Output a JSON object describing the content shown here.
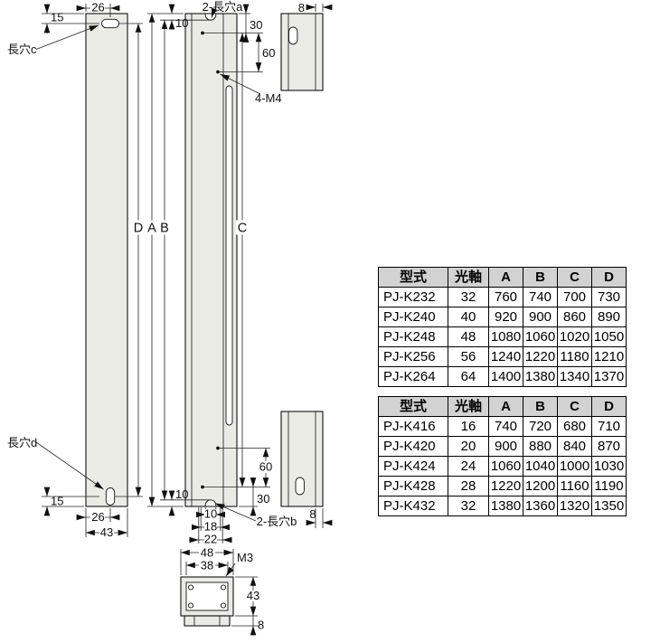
{
  "drawing": {
    "labels": {
      "top_26": "26",
      "top_15": "15",
      "top_10": "10",
      "slot_a_label": "2-長穴a",
      "top_8": "8",
      "dim_30_top": "30",
      "dim_60_top": "60",
      "m4_label": "4-M4",
      "slot_c_label": "長穴c",
      "slot_d_label": "長穴d",
      "dim_d": "D",
      "dim_a": "A",
      "dim_b": "B",
      "dim_c": "C",
      "bottom_15": "15",
      "bottom_10": "10",
      "bottom_26": "26",
      "bottom_43": "43",
      "dim_60_bottom": "60",
      "dim_30_bottom": "30",
      "notch_10": "10",
      "notch_18": "18",
      "notch_22": "22",
      "slot_b_label": "2-長穴b",
      "bottom_8": "8",
      "sec_48": "48",
      "sec_38": "38",
      "sec_m3": "M3",
      "sec_43": "43",
      "sec_8": "8"
    }
  },
  "tables": [
    {
      "headers": [
        "型式",
        "光軸",
        "A",
        "B",
        "C",
        "D"
      ],
      "rows": [
        [
          "PJ-K232",
          "32",
          "760",
          "740",
          "700",
          "730"
        ],
        [
          "PJ-K240",
          "40",
          "920",
          "900",
          "860",
          "890"
        ],
        [
          "PJ-K248",
          "48",
          "1080",
          "1060",
          "1020",
          "1050"
        ],
        [
          "PJ-K256",
          "56",
          "1240",
          "1220",
          "1180",
          "1210"
        ],
        [
          "PJ-K264",
          "64",
          "1400",
          "1380",
          "1340",
          "1370"
        ]
      ]
    },
    {
      "headers": [
        "型式",
        "光軸",
        "A",
        "B",
        "C",
        "D"
      ],
      "rows": [
        [
          "PJ-K416",
          "16",
          "740",
          "720",
          "680",
          "710"
        ],
        [
          "PJ-K420",
          "20",
          "900",
          "880",
          "840",
          "870"
        ],
        [
          "PJ-K424",
          "24",
          "1060",
          "1040",
          "1000",
          "1030"
        ],
        [
          "PJ-K428",
          "28",
          "1220",
          "1200",
          "1160",
          "1190"
        ],
        [
          "PJ-K432",
          "32",
          "1380",
          "1360",
          "1320",
          "1350"
        ]
      ]
    }
  ]
}
